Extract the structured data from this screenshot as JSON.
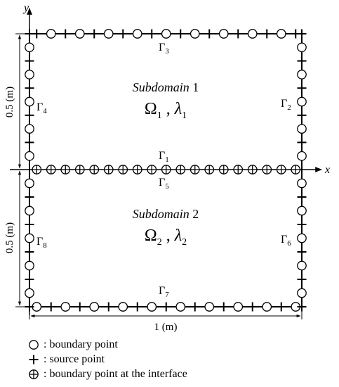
{
  "axes": {
    "x_label": "x",
    "y_label": "y"
  },
  "subdomains": [
    {
      "heading": "Subdomain",
      "number": "1",
      "omega": "Ω",
      "omega_sub": "1",
      "comma": ",",
      "lambda": "λ",
      "lambda_sub": "1"
    },
    {
      "heading": "Subdomain",
      "number": "2",
      "omega": "Ω",
      "omega_sub": "2",
      "comma": ",",
      "lambda": "λ",
      "lambda_sub": "2"
    }
  ],
  "boundaries": [
    {
      "symbol": "Γ",
      "sub": "1"
    },
    {
      "symbol": "Γ",
      "sub": "2"
    },
    {
      "symbol": "Γ",
      "sub": "3"
    },
    {
      "symbol": "Γ",
      "sub": "4"
    },
    {
      "symbol": "Γ",
      "sub": "5"
    },
    {
      "symbol": "Γ",
      "sub": "6"
    },
    {
      "symbol": "Γ",
      "sub": "7"
    },
    {
      "symbol": "Γ",
      "sub": "8"
    }
  ],
  "dimensions": {
    "height_top": "0.5 (m)",
    "height_bottom": "0.5 (m)",
    "width": "1 (m)"
  },
  "legend": [
    {
      "icon": "circle-icon",
      "text": ": boundary point"
    },
    {
      "icon": "plus-icon",
      "text": ": source point"
    },
    {
      "icon": "circle-plus-icon",
      "text": ": boundary point at the interface"
    }
  ],
  "colors": {
    "stroke": "#000000",
    "background": "#ffffff"
  }
}
